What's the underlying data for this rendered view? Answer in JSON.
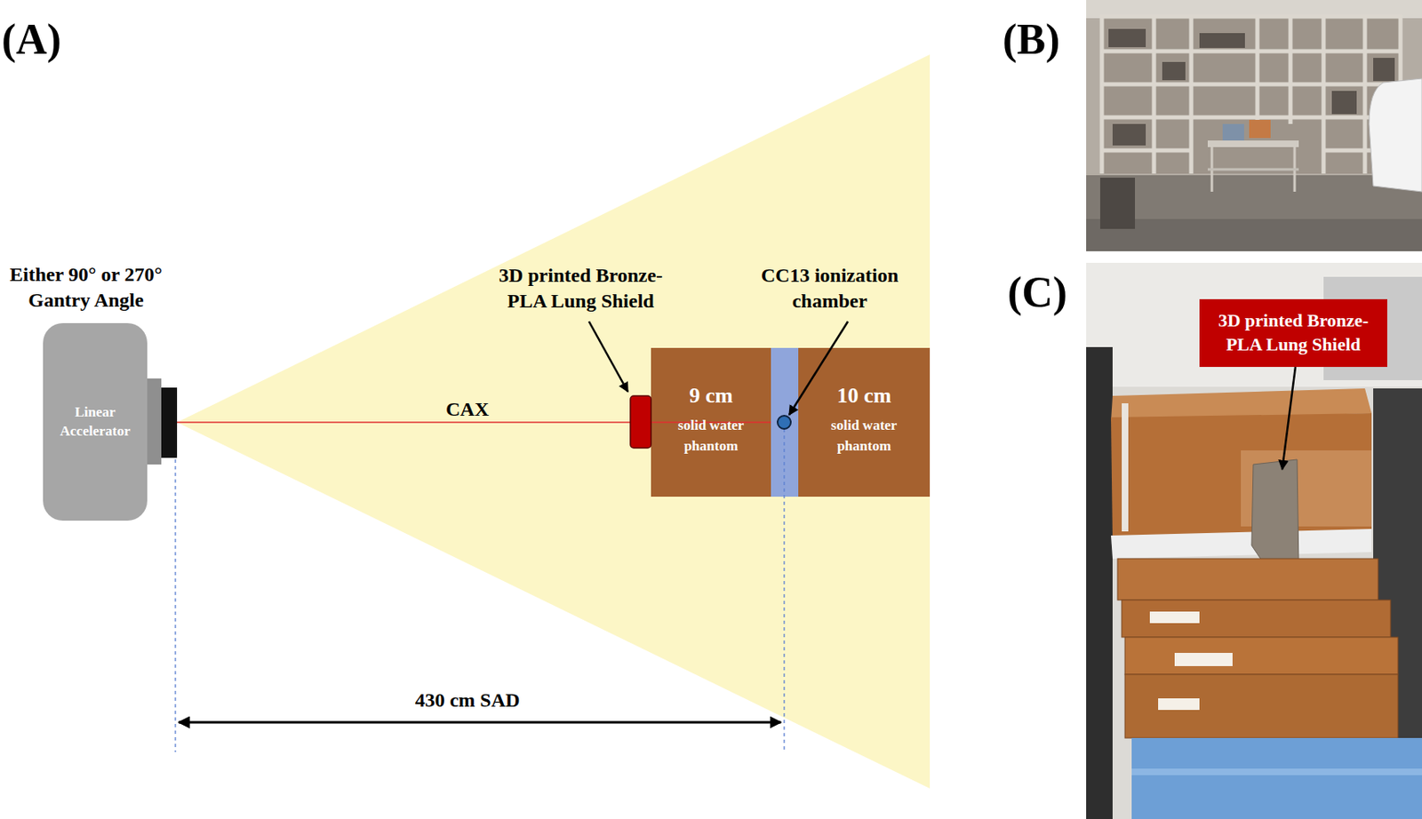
{
  "diagram": {
    "nodes": [
      {
        "text": [
          "Either 90° or 270° Gantry Angle",
          "Linear Accelerator"
        ]
      },
      {
        "text": [
          "9 cm",
          "solid water phantom"
        ]
      },
      {
        "text": [
          "10 cm",
          "solid water phantom"
        ]
      },
      {
        "text": [
          "3D printed Bronze-PLA Lung Shield"
        ]
      }
    ],
    "labels": [
      "(A)",
      "CAX",
      "3D printed Bronze-PLA Lung Shield",
      "CC13 ionization chamber",
      "430 cm SAD",
      "(B)",
      "(C)"
    ]
  }
}
